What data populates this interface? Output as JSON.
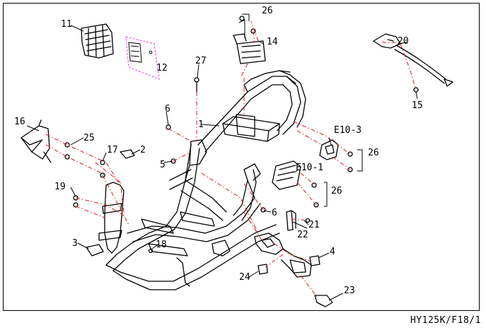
{
  "callouts": [
    {
      "id": "c1",
      "text": "1"
    },
    {
      "id": "c2",
      "text": "2"
    },
    {
      "id": "c3",
      "text": "3"
    },
    {
      "id": "c4",
      "text": "4"
    },
    {
      "id": "c5",
      "text": "5"
    },
    {
      "id": "c6a",
      "text": "6"
    },
    {
      "id": "c6b",
      "text": "6"
    },
    {
      "id": "c11",
      "text": "11"
    },
    {
      "id": "c12",
      "text": "12"
    },
    {
      "id": "c14",
      "text": "14"
    },
    {
      "id": "c15",
      "text": "15"
    },
    {
      "id": "c16",
      "text": "16"
    },
    {
      "id": "c17",
      "text": "17"
    },
    {
      "id": "c18",
      "text": "18"
    },
    {
      "id": "c19",
      "text": "19"
    },
    {
      "id": "c20",
      "text": "20"
    },
    {
      "id": "c21",
      "text": "21"
    },
    {
      "id": "c22",
      "text": "22"
    },
    {
      "id": "c23",
      "text": "23"
    },
    {
      "id": "c24",
      "text": "24"
    },
    {
      "id": "c25",
      "text": "25"
    },
    {
      "id": "c26a",
      "text": "26"
    },
    {
      "id": "c26b",
      "text": "26"
    },
    {
      "id": "c26c",
      "text": "26"
    },
    {
      "id": "c27",
      "text": "27"
    },
    {
      "id": "ce103",
      "text": "E10-3"
    },
    {
      "id": "ce101",
      "text": "E10-1"
    }
  ],
  "footer": "HY125K/F18/1",
  "colors": {
    "line": "#000000",
    "leader": "#d81818",
    "highlight": "#e040e0"
  }
}
